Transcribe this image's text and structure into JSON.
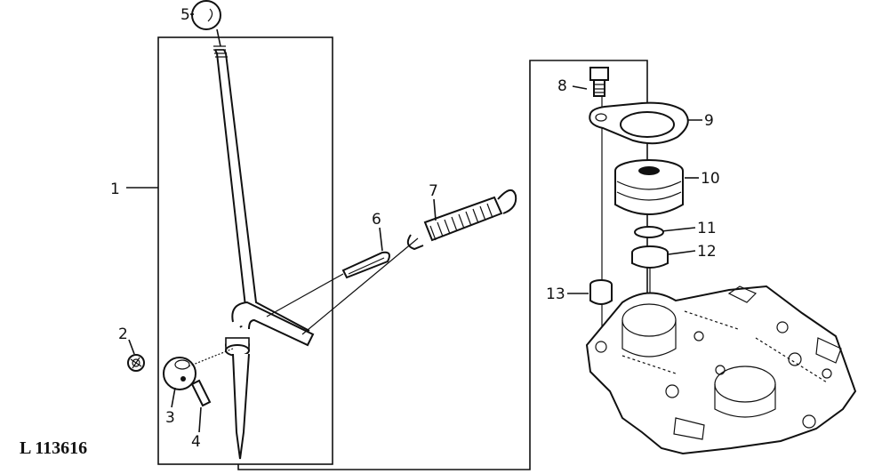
{
  "figure_ref": "L 113616",
  "callouts": [
    "1",
    "2",
    "3",
    "4",
    "5",
    "6",
    "7",
    "8",
    "9",
    "10",
    "11",
    "12",
    "13"
  ]
}
